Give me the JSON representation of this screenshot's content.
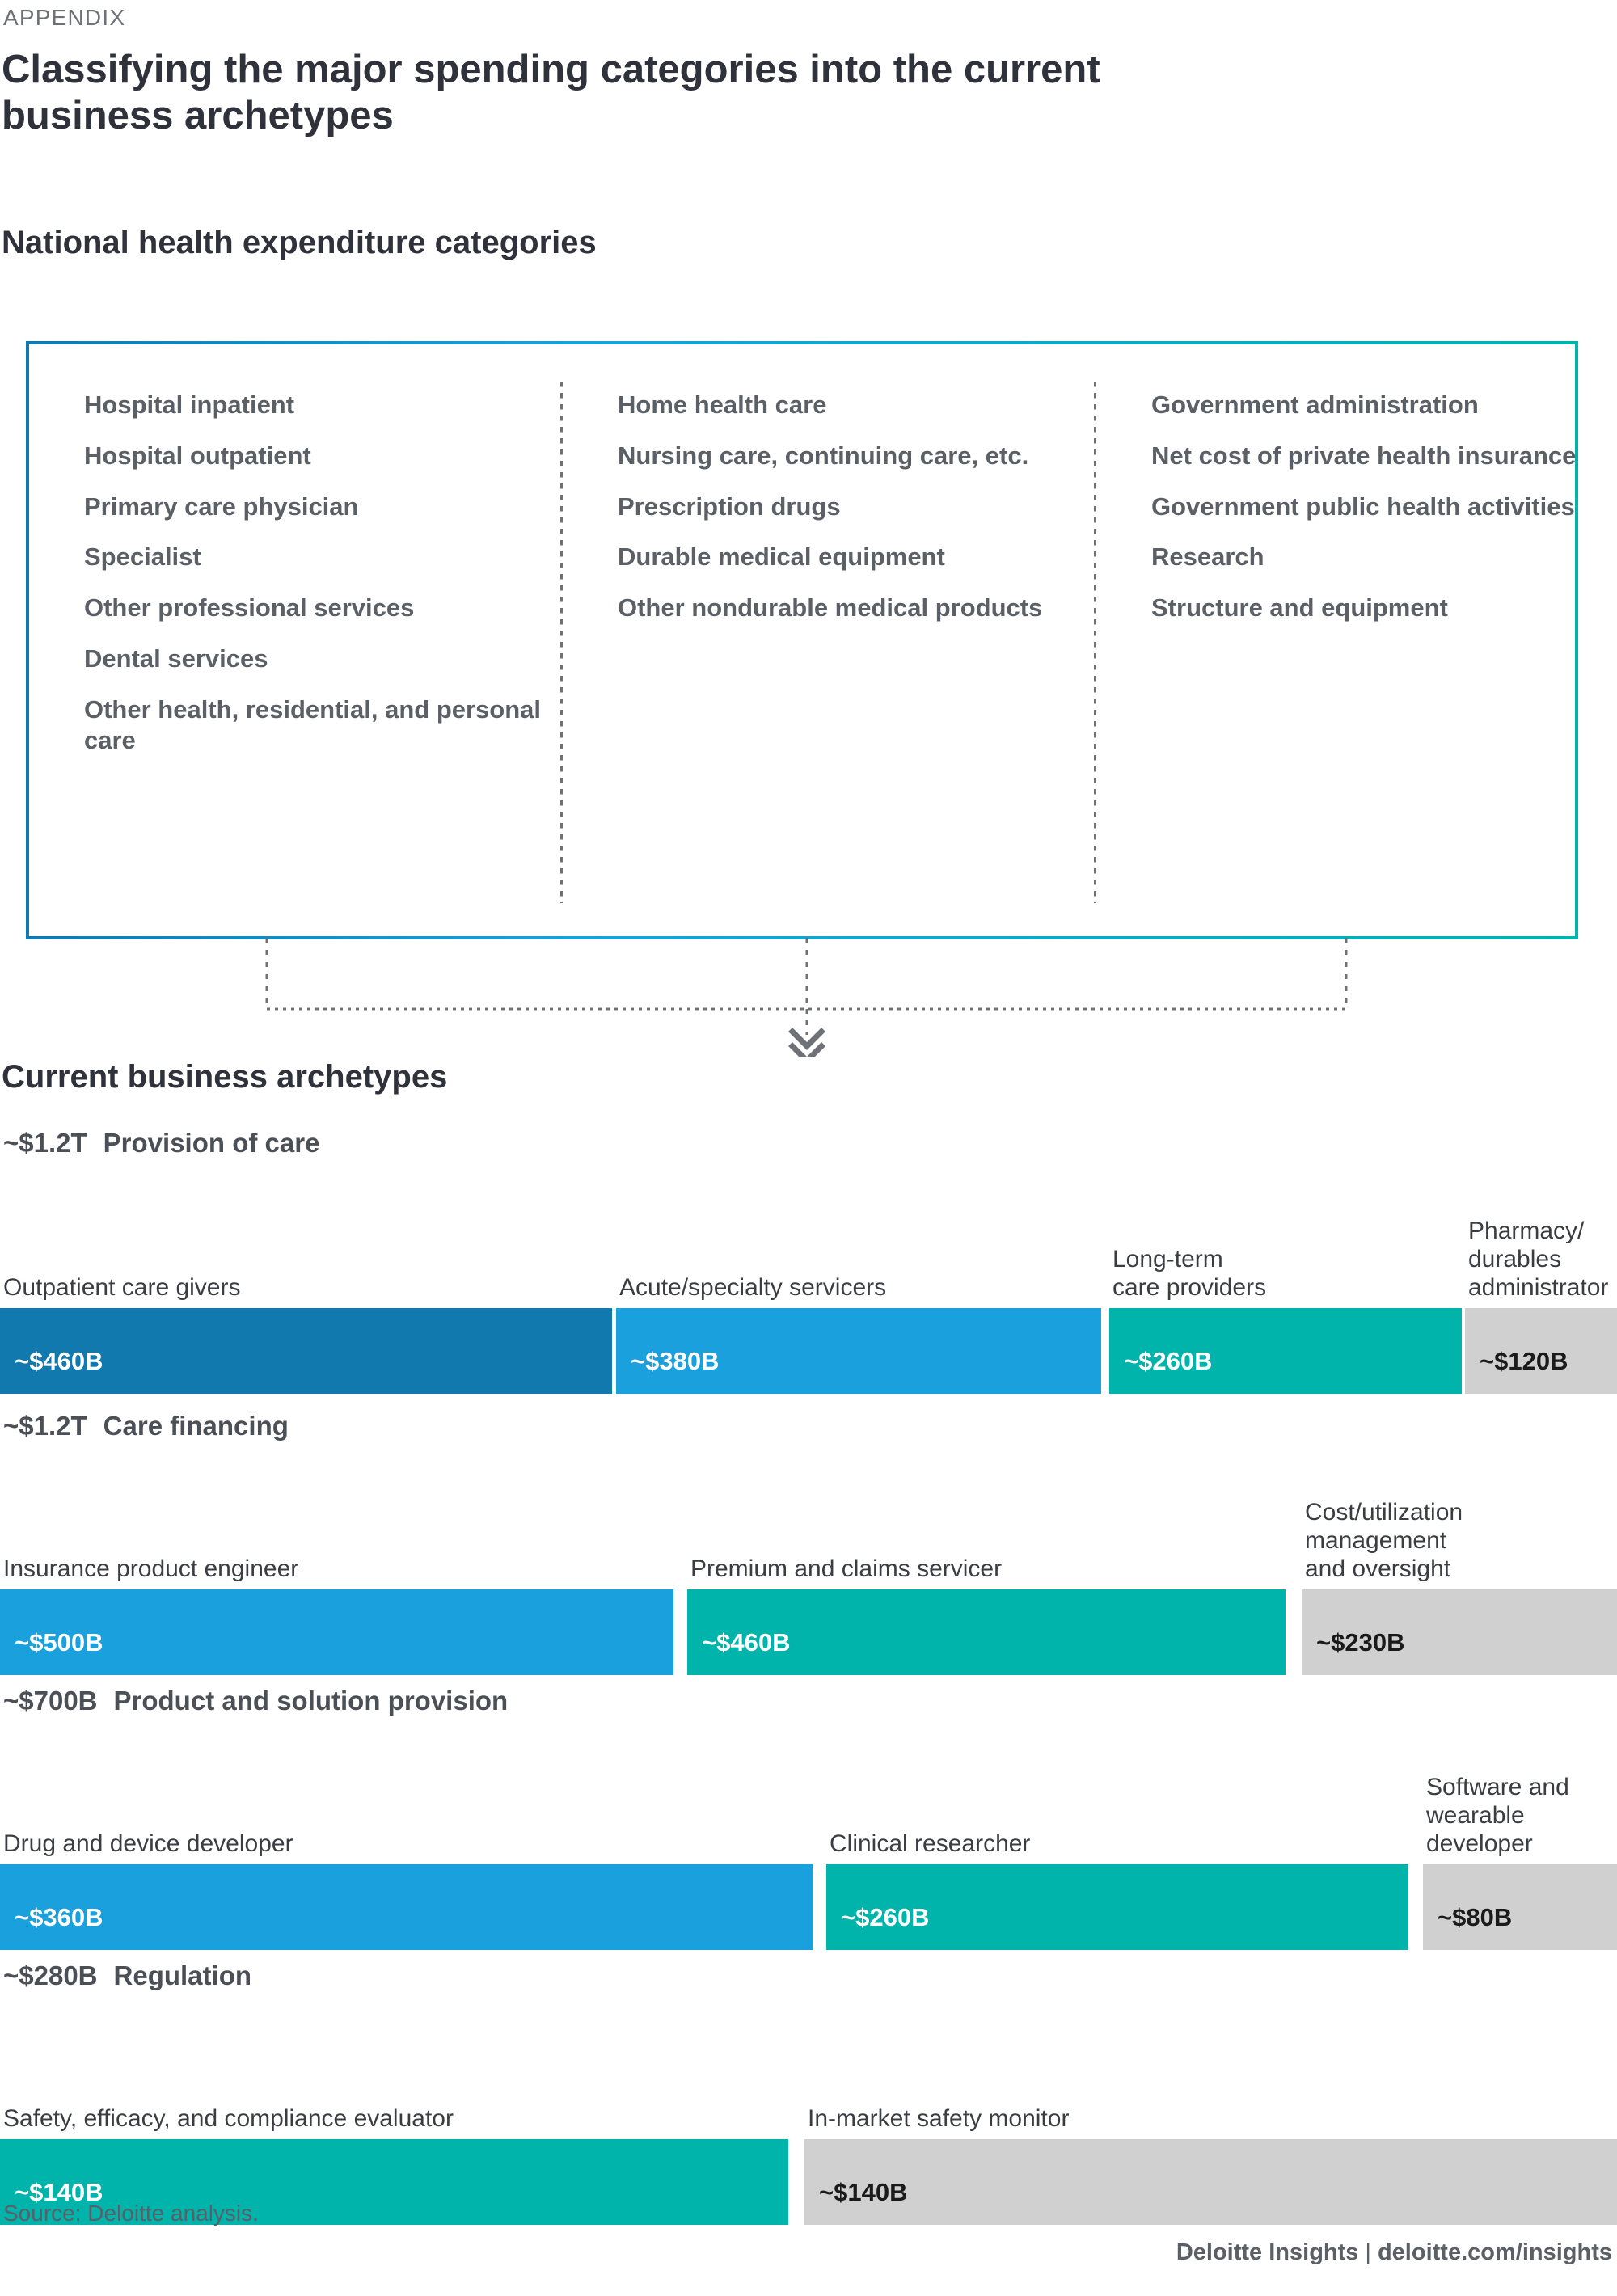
{
  "header": {
    "eyebrow": "APPENDIX",
    "title": "Classifying the major spending categories into the current business archetypes",
    "section_nhe": "National health expenditure categories",
    "section_archetypes": "Current business archetypes"
  },
  "colors": {
    "dark_blue": "#1179ae",
    "light_blue": "#1aa0dd",
    "teal": "#00b3ab",
    "gray": "#d0d0d0",
    "text_dark": "#2f323a",
    "text_muted": "#5b5f66",
    "box_border": "#1aa0dd"
  },
  "categories_box": {
    "columns": [
      {
        "items": [
          "Hospital inpatient",
          "Hospital outpatient",
          "Primary care physician",
          "Specialist",
          "Other professional services",
          "Dental services",
          "Other health, residential,\nand personal care"
        ]
      },
      {
        "items": [
          "Home health care",
          "Nursing care,\ncontinuing care, etc.",
          "Prescription drugs",
          "Durable medical equipment",
          "Other nondurable\nmedical products"
        ]
      },
      {
        "items": [
          "Government administration",
          "Net cost of private\nhealth insurance",
          "Government public\nhealth activities",
          "Research",
          "Structure and equipment"
        ]
      }
    ]
  },
  "chart_data": {
    "type": "bar",
    "title": "Current business archetypes",
    "unit": "USD",
    "groups": [
      {
        "total": "~$1.2T",
        "name": "Provision of care",
        "segments": [
          {
            "label": "Outpatient care givers",
            "value": "~$460B",
            "amount_b": 460,
            "color": "#1179ae",
            "text": "light"
          },
          {
            "label": "Acute/specialty servicers",
            "value": "~$380B",
            "amount_b": 380,
            "color": "#1aa0dd",
            "text": "light"
          },
          {
            "label": "Long-term\ncare providers",
            "value": "~$260B",
            "amount_b": 260,
            "color": "#00b3ab",
            "text": "light"
          },
          {
            "label": "Pharmacy/\ndurables\nadministrator",
            "value": "~$120B",
            "amount_b": 120,
            "color": "#d0d0d0",
            "text": "dark"
          }
        ]
      },
      {
        "total": "~$1.2T",
        "name": "Care financing",
        "segments": [
          {
            "label": "Insurance product engineer",
            "value": "~$500B",
            "amount_b": 500,
            "color": "#1aa0dd",
            "text": "light"
          },
          {
            "label": "Premium and claims servicer",
            "value": "~$460B",
            "amount_b": 460,
            "color": "#00b3ab",
            "text": "light"
          },
          {
            "label": "Cost/utilization\nmanagement\nand oversight",
            "value": "~$230B",
            "amount_b": 230,
            "color": "#d0d0d0",
            "text": "dark"
          }
        ]
      },
      {
        "total": "~$700B",
        "name": "Product and solution provision",
        "segments": [
          {
            "label": "Drug and device developer",
            "value": "~$360B",
            "amount_b": 360,
            "color": "#1aa0dd",
            "text": "light"
          },
          {
            "label": "Clinical researcher",
            "value": "~$260B",
            "amount_b": 260,
            "color": "#00b3ab",
            "text": "light"
          },
          {
            "label": "Software and\nwearable\ndeveloper",
            "value": "~$80B",
            "amount_b": 80,
            "color": "#d0d0d0",
            "text": "dark"
          }
        ]
      },
      {
        "total": "~$280B",
        "name": "Regulation",
        "segments": [
          {
            "label": "Safety, efficacy, and compliance evaluator",
            "value": "~$140B",
            "amount_b": 140,
            "color": "#00b3ab",
            "text": "light"
          },
          {
            "label": "In-market safety monitor",
            "value": "~$140B",
            "amount_b": 140,
            "color": "#d0d0d0",
            "text": "dark"
          }
        ]
      }
    ]
  },
  "footer": {
    "source": "Source: Deloitte analysis.",
    "brand": "Deloitte Insights",
    "separator": "|",
    "url": "deloitte.com/insights"
  }
}
